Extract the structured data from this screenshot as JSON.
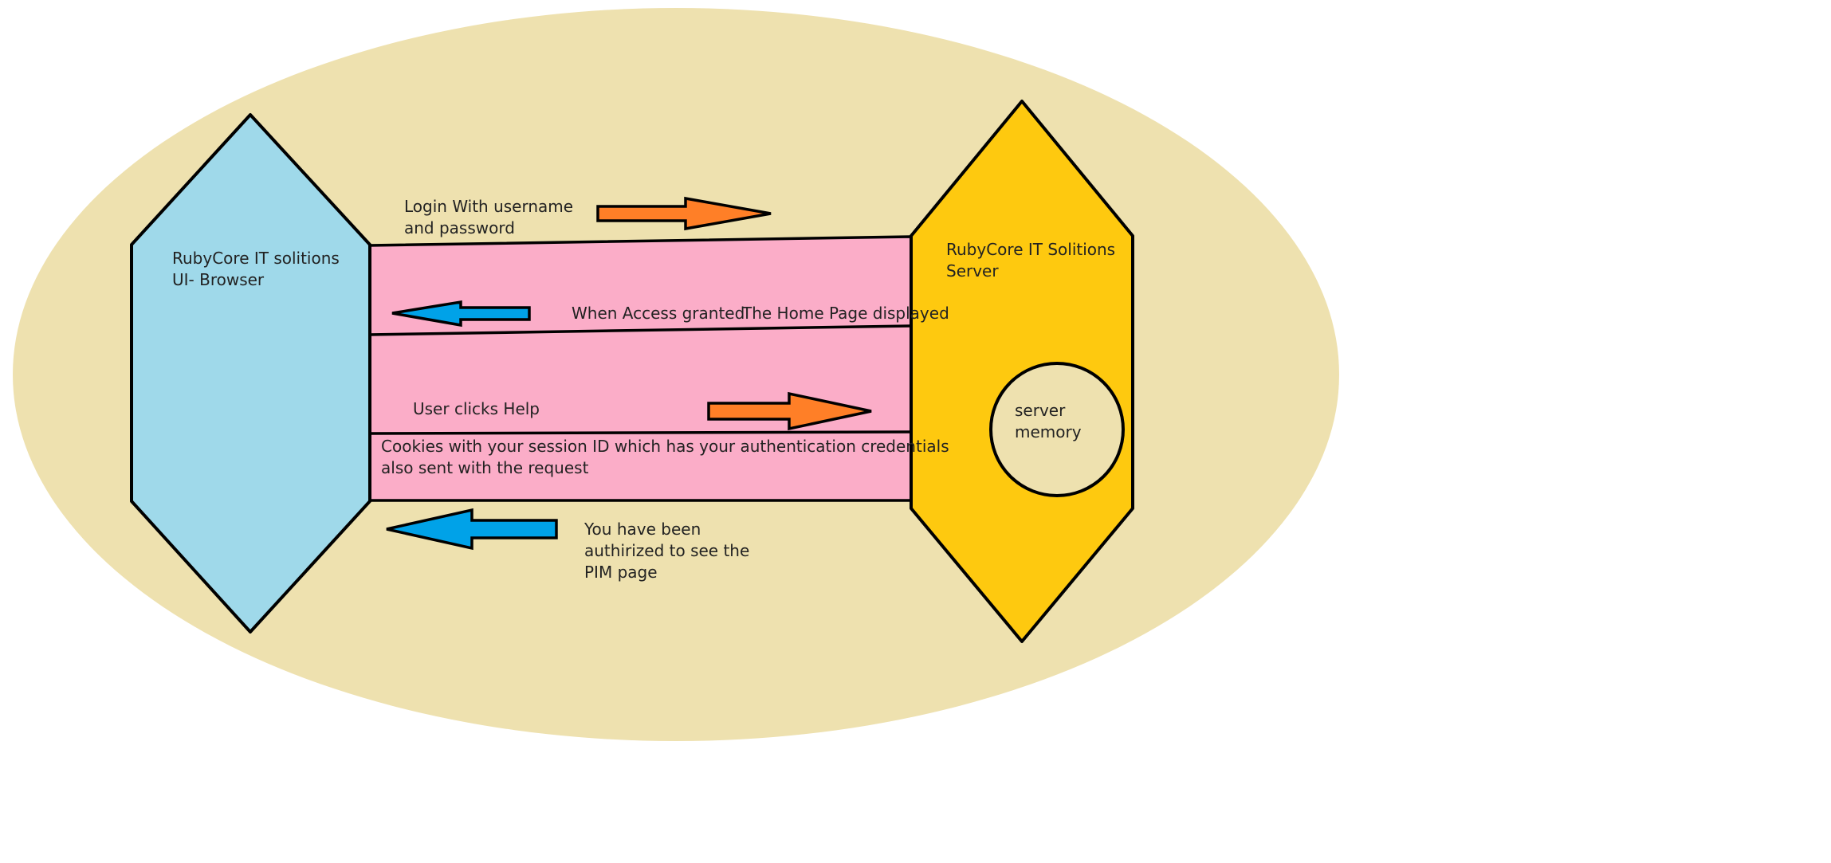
{
  "colors": {
    "background": "#ffffff",
    "ellipse": "#eee1af",
    "browser": "#9fd9ea",
    "server": "#fec90f",
    "channel": "#fbadc8",
    "arrow_right": "#ff7f27",
    "arrow_left": "#00a2e8",
    "outline": "#000000"
  },
  "browser": {
    "line1": "RubyCore IT solitions",
    "line2": "UI- Browser"
  },
  "server": {
    "line1": "RubyCore IT Solitions",
    "line2": "Server"
  },
  "memory": {
    "line1": "server",
    "line2": "memory"
  },
  "messages": {
    "login": {
      "line1": "Login With username",
      "line2": "and password"
    },
    "access": {
      "part1": "When Access granted",
      "part2": "The Home Page displayed"
    },
    "help": "User clicks Help",
    "cookies": {
      "line1": "Cookies with your session ID which has your authentication credentials",
      "line2": "also sent with the request"
    },
    "authorized": {
      "line1": "You have been",
      "line2": "authirized to see the",
      "line3": "PIM page"
    }
  }
}
